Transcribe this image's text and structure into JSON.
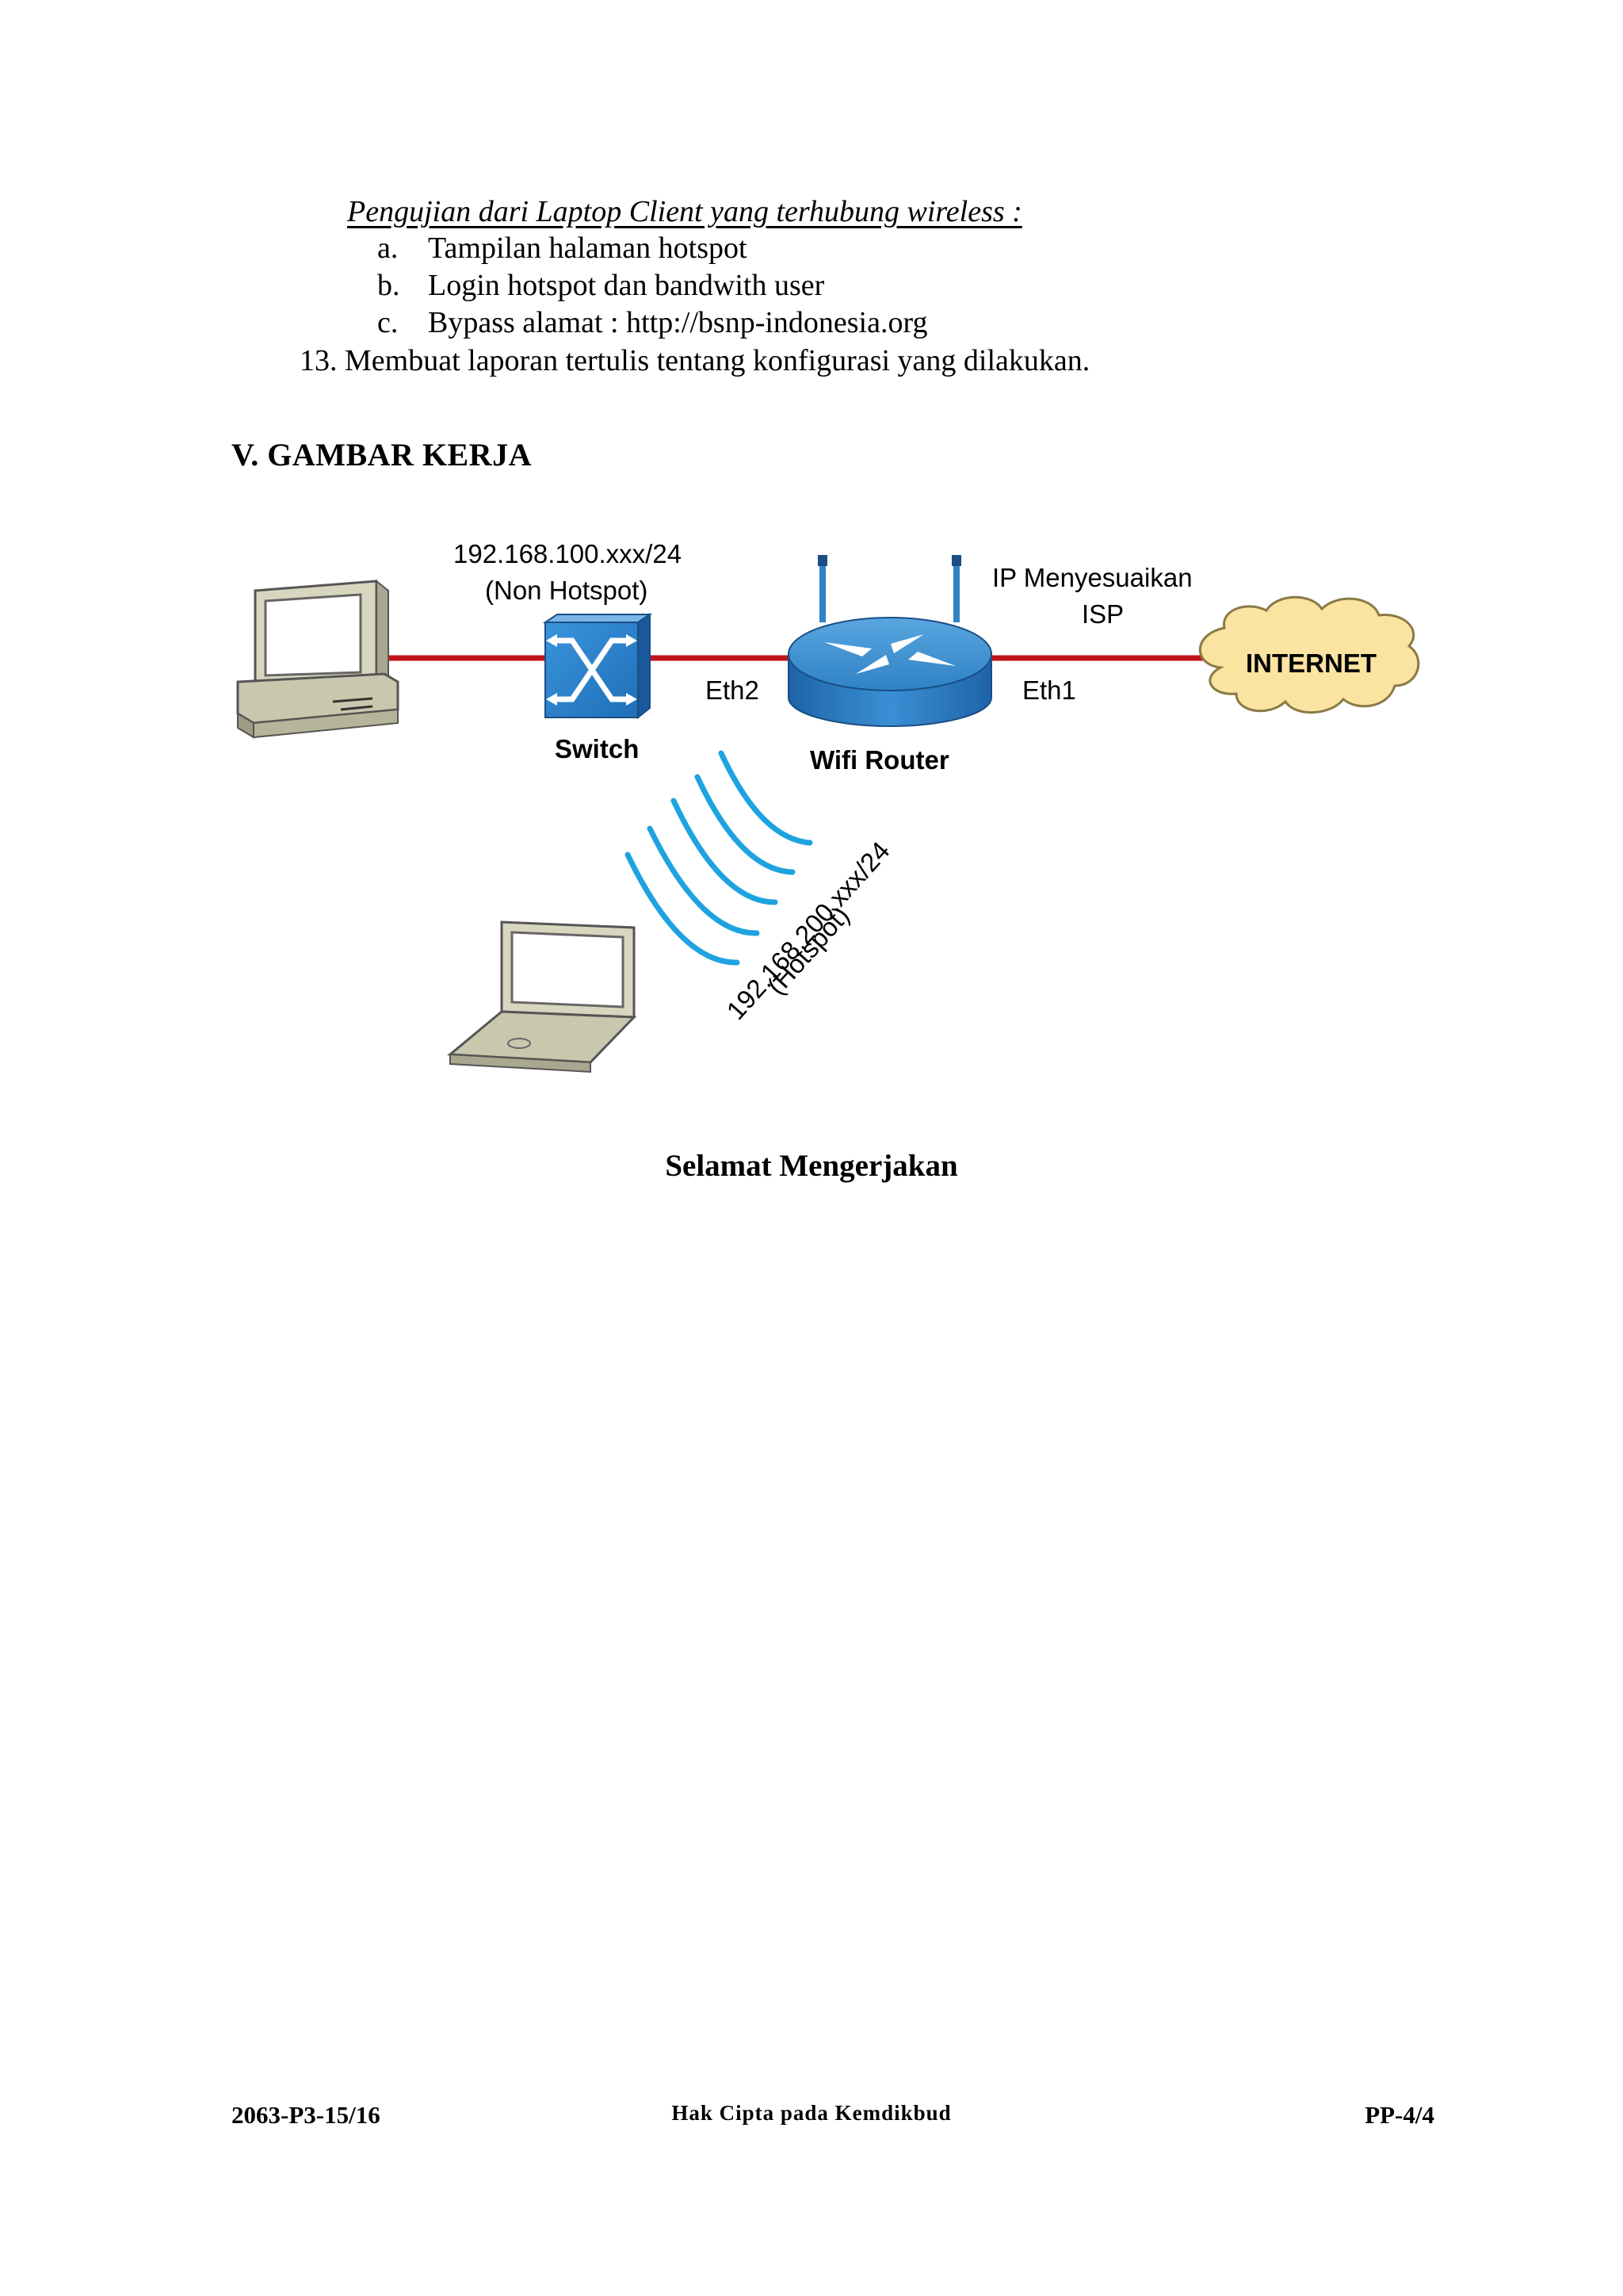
{
  "intro": {
    "heading": "Pengujian dari Laptop Client yang terhubung wireless :",
    "items": [
      {
        "marker": "a.",
        "text": "Tampilan  halaman  hotspot"
      },
      {
        "marker": "b.",
        "text": "Login  hotspot dan bandwith  user"
      },
      {
        "marker": "c.",
        "text": "Bypass  alamat  : http://bsnp-indonesia.org"
      }
    ],
    "step_13": "13. Membuat  laporan  tertulis  tentang  konfigurasi  yang  dilakukan."
  },
  "section_title": "V. GAMBAR KERJA",
  "diagram": {
    "non_hotspot_ip": "192.168.100.xxx/24",
    "non_hotspot_note": "(Non Hotspot)",
    "isp_line1": "IP Menyesuaikan",
    "isp_line2": "ISP",
    "internet_label": "INTERNET",
    "eth2_label": "Eth2",
    "eth1_label": "Eth1",
    "switch_label": "Switch",
    "router_label": "Wifi Router",
    "hotspot_ip": "192.168.200.xxx/24",
    "hotspot_note": "(Hotspot)",
    "colors": {
      "link": "#c0141c",
      "wireless": "#1fa3e0",
      "device_blue": "#2e82c6",
      "cloud": "#fbe3a1"
    }
  },
  "closing": "Selamat Mengerjakan",
  "footer": {
    "code": "2063-P3-15/16",
    "copyright": "Hak Cipta pada Kemdikbud",
    "page": "PP-4/4"
  }
}
